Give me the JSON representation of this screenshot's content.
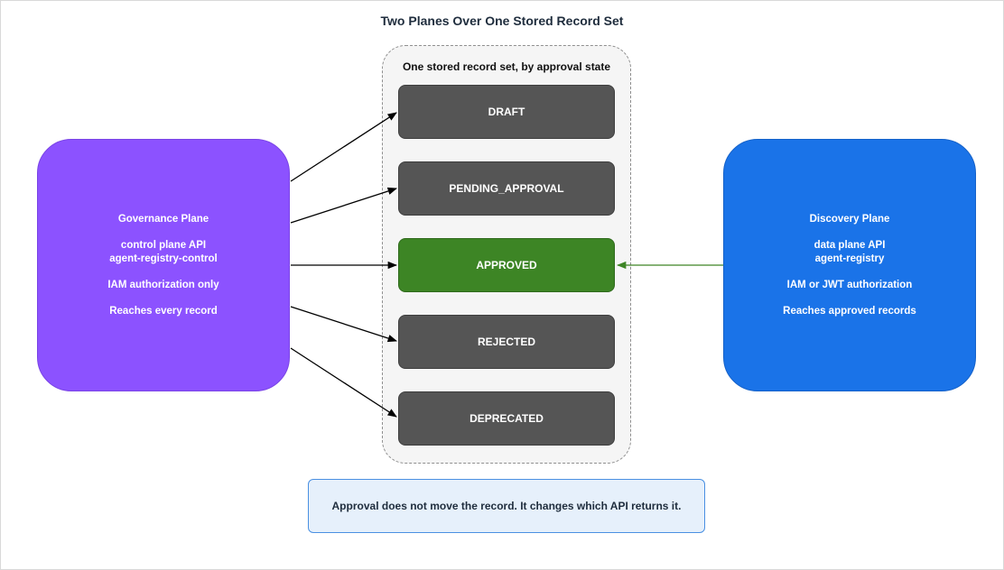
{
  "title": "Two Planes Over One Stored Record Set",
  "record_set": {
    "label": "One stored record set, by approval state",
    "states": [
      "DRAFT",
      "PENDING_APPROVAL",
      "APPROVED",
      "REJECTED",
      "DEPRECATED"
    ]
  },
  "governance": {
    "title": "Governance Plane",
    "api": "control plane API",
    "api_name": "agent-registry-control",
    "auth": "IAM authorization only",
    "reach": "Reaches every record"
  },
  "discovery": {
    "title": "Discovery Plane",
    "api": "data plane API",
    "api_name": "agent-registry",
    "auth": "IAM or JWT authorization",
    "reach": "Reaches approved records"
  },
  "note": "Approval does not move the record. It changes which API returns it.",
  "colors": {
    "governance": "#8c52ff",
    "discovery": "#1a73e8",
    "approved": "#3d8525",
    "state": "#555555",
    "note_bg": "#e6f0fb",
    "note_border": "#4a90e2"
  }
}
